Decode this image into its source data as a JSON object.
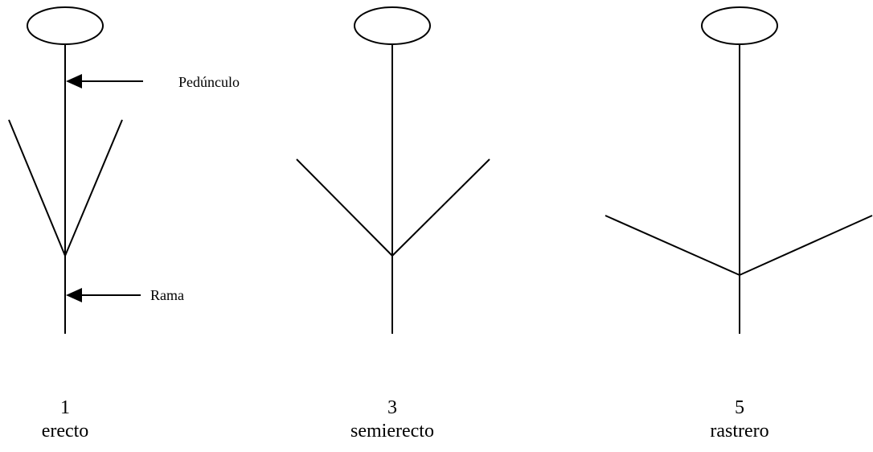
{
  "annotations": {
    "peduncle": "Pedúnculo",
    "branch": "Rama"
  },
  "habits": [
    {
      "code": "1",
      "name": "erecto"
    },
    {
      "code": "3",
      "name": "semierecto"
    },
    {
      "code": "5",
      "name": "rastrero"
    }
  ],
  "colors": {
    "line": "#000000",
    "background": "#ffffff"
  }
}
